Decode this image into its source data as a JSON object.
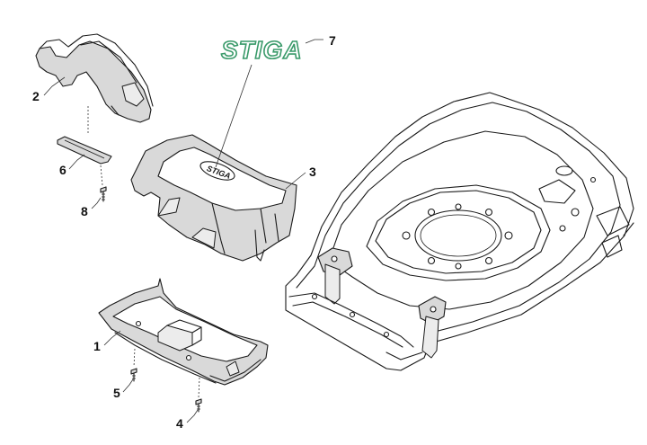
{
  "callouts": [
    {
      "id": "1",
      "label": "1"
    },
    {
      "id": "2",
      "label": "2"
    },
    {
      "id": "3",
      "label": "3"
    },
    {
      "id": "4",
      "label": "4"
    },
    {
      "id": "5",
      "label": "5"
    },
    {
      "id": "6",
      "label": "6"
    },
    {
      "id": "7",
      "label": "7"
    },
    {
      "id": "8",
      "label": "8"
    }
  ],
  "logo": {
    "text": "STIGA",
    "fill": "#ffffff",
    "outline": "#3a9a6a"
  },
  "cover_logo": {
    "text": "STIGA"
  },
  "colors": {
    "line": "#1a1a1a",
    "part_fill": "#d9d9d9",
    "background": "#ffffff"
  }
}
